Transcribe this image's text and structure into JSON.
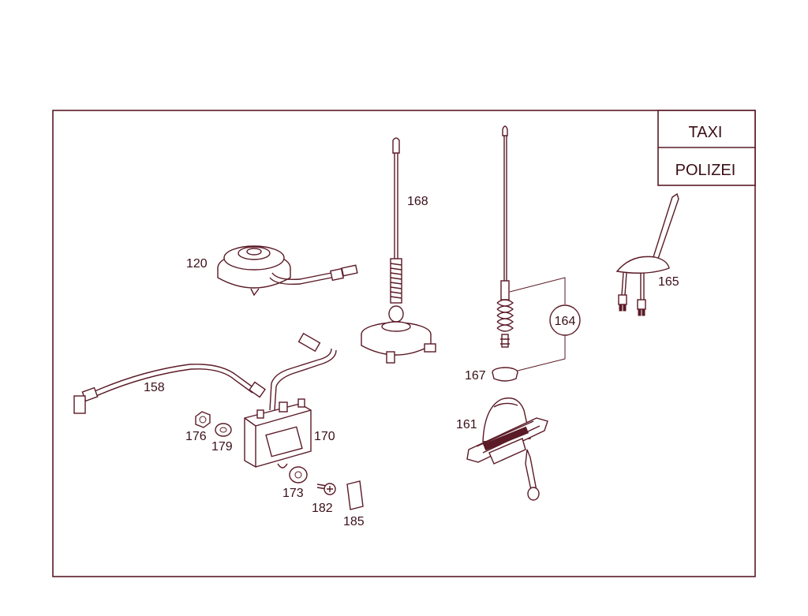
{
  "legend": {
    "taxi": "TAXI",
    "polizei": "POLIZEI"
  },
  "parts": {
    "p120": "120",
    "p158": "158",
    "p161": "161",
    "p164": "164",
    "p165": "165",
    "p167": "167",
    "p168": "168",
    "p170": "170",
    "p173": "173",
    "p176": "176",
    "p179": "179",
    "p182": "182",
    "p185": "185"
  },
  "colors": {
    "line": "#5a1a26",
    "text": "#3a0f18",
    "background": "#ffffff"
  }
}
